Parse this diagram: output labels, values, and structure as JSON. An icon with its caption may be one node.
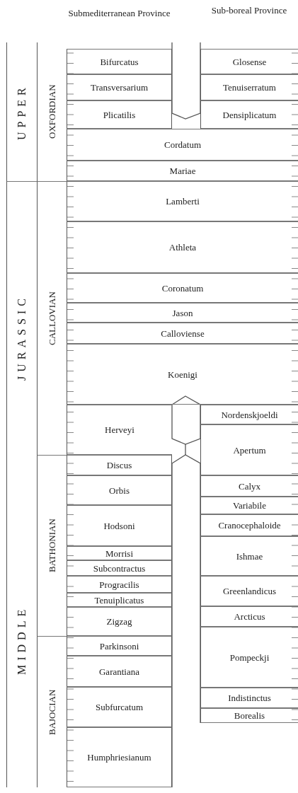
{
  "diagram": {
    "nodes": [
      {
        "text": [
          "UPPER"
        ]
      },
      {
        "text": [
          "OXFORDIAN"
        ]
      },
      {
        "text": [
          "Bifurcatus"
        ]
      },
      {
        "text": [
          "Glosense"
        ]
      },
      {
        "text": [
          "Transversarium"
        ]
      },
      {
        "text": [
          "Tenuiserratum"
        ]
      },
      {
        "text": [
          "Plicatilis"
        ]
      },
      {
        "text": [
          "Densiplicatum"
        ]
      },
      {
        "text": [
          "Cordatum"
        ]
      },
      {
        "text": [
          "Mariae"
        ]
      },
      {
        "text": [
          "MIDDLE",
          "JURASSIC"
        ]
      },
      {
        "text": [
          "CALLOVIAN"
        ]
      },
      {
        "text": [
          "Lamberti"
        ]
      },
      {
        "text": [
          "Athleta"
        ]
      },
      {
        "text": [
          "Coronatum"
        ]
      },
      {
        "text": [
          "Jason"
        ]
      },
      {
        "text": [
          "Calloviense"
        ]
      },
      {
        "text": [
          "Koenigi"
        ]
      },
      {
        "text": [
          "Herveyi"
        ]
      },
      {
        "text": [
          "Nordenskjoeldi"
        ]
      },
      {
        "text": [
          "Apertum"
        ]
      },
      {
        "text": [
          "BATHONIAN"
        ]
      },
      {
        "text": [
          "Discus"
        ]
      },
      {
        "text": [
          "Orbis"
        ]
      },
      {
        "text": [
          "Calyx"
        ]
      },
      {
        "text": [
          "Variabile"
        ]
      },
      {
        "text": [
          "Hodsoni"
        ]
      },
      {
        "text": [
          "Cranocephaloide"
        ]
      },
      {
        "text": [
          "Ishmae"
        ]
      },
      {
        "text": [
          "Morrisi"
        ]
      },
      {
        "text": [
          "Subcontractus"
        ]
      },
      {
        "text": [
          "Progracilis"
        ]
      },
      {
        "text": [
          "Greenlandicus"
        ]
      },
      {
        "text": [
          "Tenuiplicatus"
        ]
      },
      {
        "text": [
          "Zigzag"
        ]
      },
      {
        "text": [
          "Arcticus"
        ]
      },
      {
        "text": [
          "BAJOCIAN"
        ]
      },
      {
        "text": [
          "Parkinsoni"
        ]
      },
      {
        "text": [
          "Pompeckji"
        ]
      },
      {
        "text": [
          "Garantiana"
        ]
      },
      {
        "text": [
          "Indistinctus"
        ]
      },
      {
        "text": [
          "Subfurcatum"
        ]
      },
      {
        "text": [
          "Borealis"
        ]
      },
      {
        "text": [
          "Humphriesianum"
        ]
      }
    ],
    "labels": [
      "Submediterranean Province",
      "Sub-boreal Province"
    ]
  }
}
